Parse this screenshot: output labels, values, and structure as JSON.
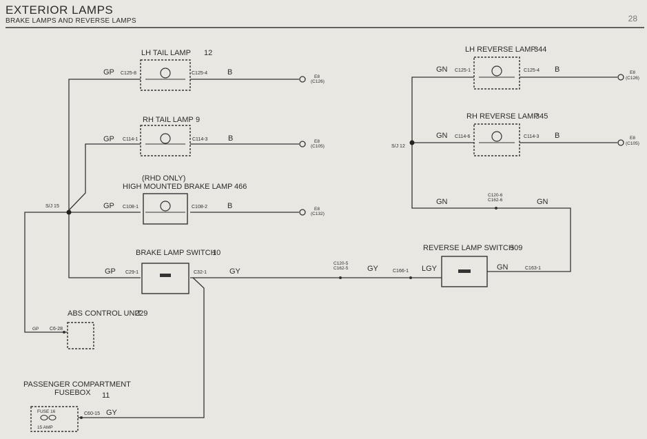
{
  "header": {
    "title": "EXTERIOR LAMPS",
    "subtitle": "BRAKE LAMPS AND REVERSE LAMPS",
    "page_number": "28"
  },
  "components": {
    "lh_tail_lamp": {
      "label": "LH TAIL LAMP",
      "number": "12",
      "pin_in": "C125-8",
      "pin_out": "C125-4"
    },
    "rh_tail_lamp": {
      "label": "RH TAIL LAMP",
      "number": "9",
      "pin_in": "C114-1",
      "pin_out": "C114-3"
    },
    "high_mounted_brake_lamp": {
      "note": "(RHD ONLY)",
      "label": "HIGH MOUNTED BRAKE LAMP",
      "number": "466",
      "pin_in": "C108-1",
      "pin_out": "C108-2"
    },
    "brake_lamp_switch": {
      "label": "BRAKE LAMP SWITCH",
      "number": "10",
      "pin_in": "C29-1",
      "pin_out": "C32-1"
    },
    "abs_control_unit": {
      "label": "ABS CONTROL UNIT",
      "number": "229",
      "pin": "C6-28"
    },
    "fusebox": {
      "label_line1": "PASSENGER COMPARTMENT",
      "label_line2": "FUSEBOX",
      "number": "11",
      "fuse": "FUSE 16",
      "rating": "15 AMP",
      "pin": "C60-15"
    },
    "lh_reverse_lamp": {
      "label": "LH REVERSE LAMP",
      "number": "344",
      "pin_in": "C125-1",
      "pin_out": "C125-4"
    },
    "rh_reverse_lamp": {
      "label": "RH REVERSE LAMP",
      "number": "345",
      "pin_in": "C114-6",
      "pin_out": "C114-3"
    },
    "reverse_lamp_switch": {
      "label": "REVERSE LAMP SWITCH",
      "number": "509",
      "pin_in": "C166-1",
      "pin_out": "C163-1"
    }
  },
  "wires": {
    "gp": "GP",
    "b": "B",
    "gy": "GY",
    "lgy": "LGY",
    "gn": "GN"
  },
  "splices": {
    "sj15": "S/J 15",
    "sj12": "S/J 12"
  },
  "connectors": {
    "c120_5": "C120-5",
    "c162_5": "C162-5",
    "c120_6": "C120-6",
    "c162_6": "C162-6"
  },
  "grounds": {
    "e8": "E8",
    "c126": "(C126)",
    "c105": "(C105)",
    "c132": "(C132)"
  }
}
